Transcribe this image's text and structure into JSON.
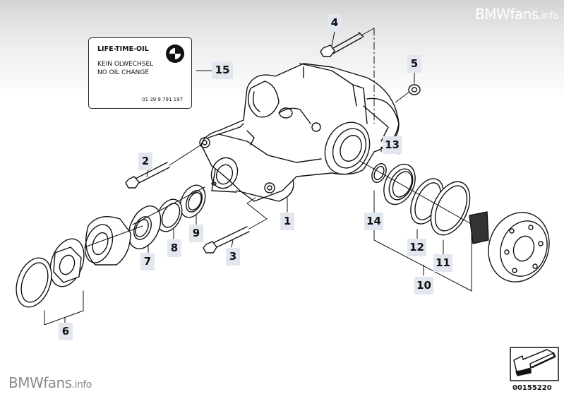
{
  "watermark": {
    "brand": "BMWfans",
    "suffix": ".info"
  },
  "oil_label": {
    "title": "LIFE-TIME-OIL",
    "line1": "KEIN OLWECHSEL",
    "line2": "NO OIL CHANGE",
    "part_number": "01 39 9 791 197",
    "logo": "bmw-roundel-icon"
  },
  "callouts": [
    {
      "id": "1",
      "label": "1"
    },
    {
      "id": "2",
      "label": "2"
    },
    {
      "id": "3",
      "label": "3"
    },
    {
      "id": "4",
      "label": "4"
    },
    {
      "id": "5",
      "label": "5"
    },
    {
      "id": "6",
      "label": "6"
    },
    {
      "id": "7",
      "label": "7"
    },
    {
      "id": "8",
      "label": "8"
    },
    {
      "id": "9",
      "label": "9"
    },
    {
      "id": "10",
      "label": "10"
    },
    {
      "id": "11",
      "label": "11"
    },
    {
      "id": "12",
      "label": "12"
    },
    {
      "id": "13",
      "label": "13"
    },
    {
      "id": "14",
      "label": "14"
    },
    {
      "id": "15",
      "label": "15"
    }
  ],
  "diagram_number": "00155220",
  "nav_icon": "back-arrow-icon",
  "colors": {
    "callout_bg": "#e2e7ef",
    "line": "#111111"
  }
}
